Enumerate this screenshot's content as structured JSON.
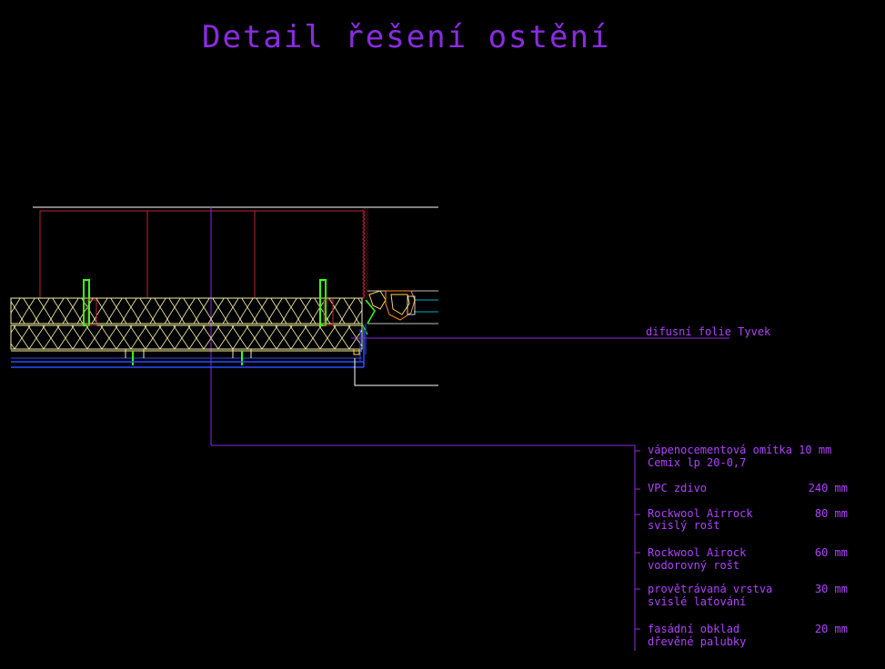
{
  "title": "Detail řešení ostění",
  "callout_diffusion": "difusní folie Tyvek",
  "layers": [
    {
      "line1": "vápenocementová omítka 10 mm",
      "line2": "Cemix lp 20-0,7",
      "thickness": ""
    },
    {
      "line1": "VPC zdivo",
      "line2": "",
      "thickness": "240 mm"
    },
    {
      "line1": "Rockwool Airrock",
      "line2": "svislý rošt",
      "thickness": "80 mm"
    },
    {
      "line1": "Rockwool Airock",
      "line2": "vodorovný rošt",
      "thickness": "60 mm"
    },
    {
      "line1": "provětrávaná vrstva",
      "line2": "svislé laťování",
      "thickness": "30 mm"
    },
    {
      "line1": "fasádní obklad",
      "line2": "dřevěné palubky",
      "thickness": "20 mm"
    }
  ],
  "colors": {
    "background": "#000000",
    "text": "#b040ff",
    "wall": "#c0203a",
    "insulation": "#f5f0a0",
    "timber": "#39ff14",
    "cladding": "#2a4dff",
    "frame": "#ffffff"
  }
}
